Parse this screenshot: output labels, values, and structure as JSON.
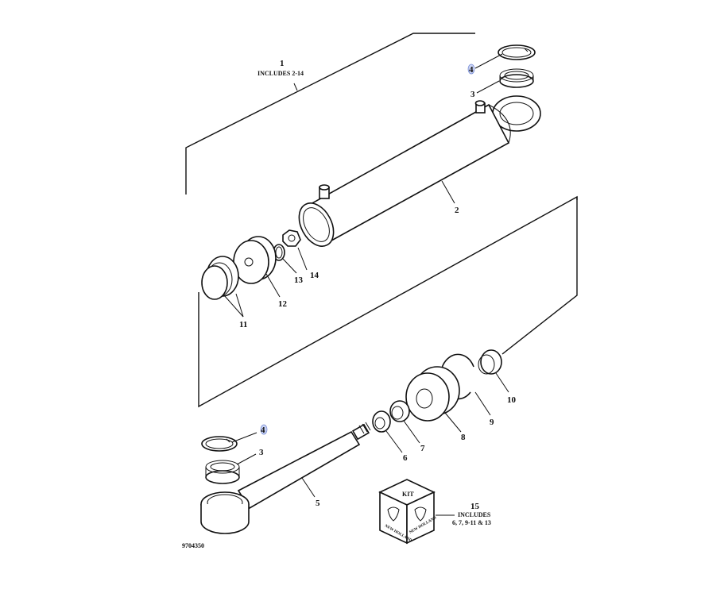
{
  "callouts": {
    "c1": "1",
    "c1_includes": "INCLUDES 2-14",
    "c2": "2",
    "c3_top": "3",
    "c4_top": "4",
    "c5": "5",
    "c6": "6",
    "c7": "7",
    "c8": "8",
    "c9": "9",
    "c10": "10",
    "c11": "11",
    "c12": "12",
    "c13": "13",
    "c14": "14",
    "c3_bottom": "3",
    "c4_bottom": "4",
    "c15": "15",
    "c15_includes": "INCLUDES",
    "c15_list": "6, 7, 9-11 & 13"
  },
  "kit": {
    "label": "KIT",
    "brand_left": "NEW HOLLAND",
    "brand_right": "NEW HOLLAND"
  },
  "figure_code": "9704350",
  "colors": {
    "highlight": "#c9d3f5",
    "ink": "#111111"
  }
}
